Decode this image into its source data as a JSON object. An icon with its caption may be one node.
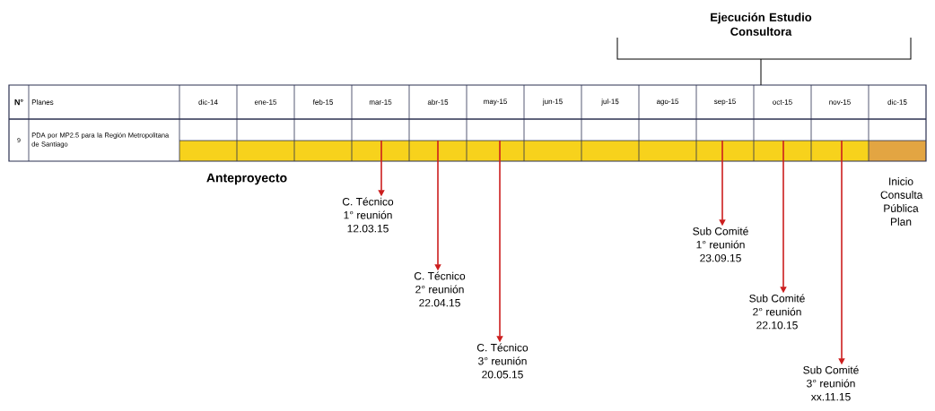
{
  "diagram": {
    "nodes": [
      {
        "text": [
          "C. Técnico",
          "1° reunión",
          "12.03.15"
        ]
      },
      {
        "text": [
          "C. Técnico",
          "2° reunión",
          "22.04.15"
        ]
      },
      {
        "text": [
          "C. Técnico",
          "3° reunión",
          "20.05.15"
        ]
      },
      {
        "text": [
          "Sub Comité",
          "1° reunión",
          "23.09.15"
        ]
      },
      {
        "text": [
          "Sub Comité",
          "2° reunión",
          "22.10.15"
        ]
      },
      {
        "text": [
          "Sub Comité",
          "3° reunión",
          "xx.11.15"
        ]
      }
    ],
    "edges": [
      {
        "from": null,
        "to": 0,
        "arrow": "to"
      },
      {
        "from": null,
        "to": 1,
        "arrow": "to"
      },
      {
        "from": null,
        "to": 2,
        "arrow": "to"
      },
      {
        "from": null,
        "to": 3,
        "arrow": "to"
      },
      {
        "from": null,
        "to": 4,
        "arrow": "to"
      },
      {
        "from": null,
        "to": 5,
        "arrow": "to"
      }
    ],
    "labels": [
      "Ejecución Estudio Consultora",
      "N°",
      "Planes",
      "dic-14",
      "ene-15",
      "feb-15",
      "mar-15",
      "abr-15",
      "may-15",
      "jun-15",
      "jul-15",
      "ago-15",
      "sep-15",
      "oct-15",
      "nov-15",
      "dic-15",
      "9",
      "PDA por MP2.5 para la Región Metropolitana de Santiago",
      "Anteproyecto",
      "Inicio Consulta Pública Plan"
    ]
  }
}
